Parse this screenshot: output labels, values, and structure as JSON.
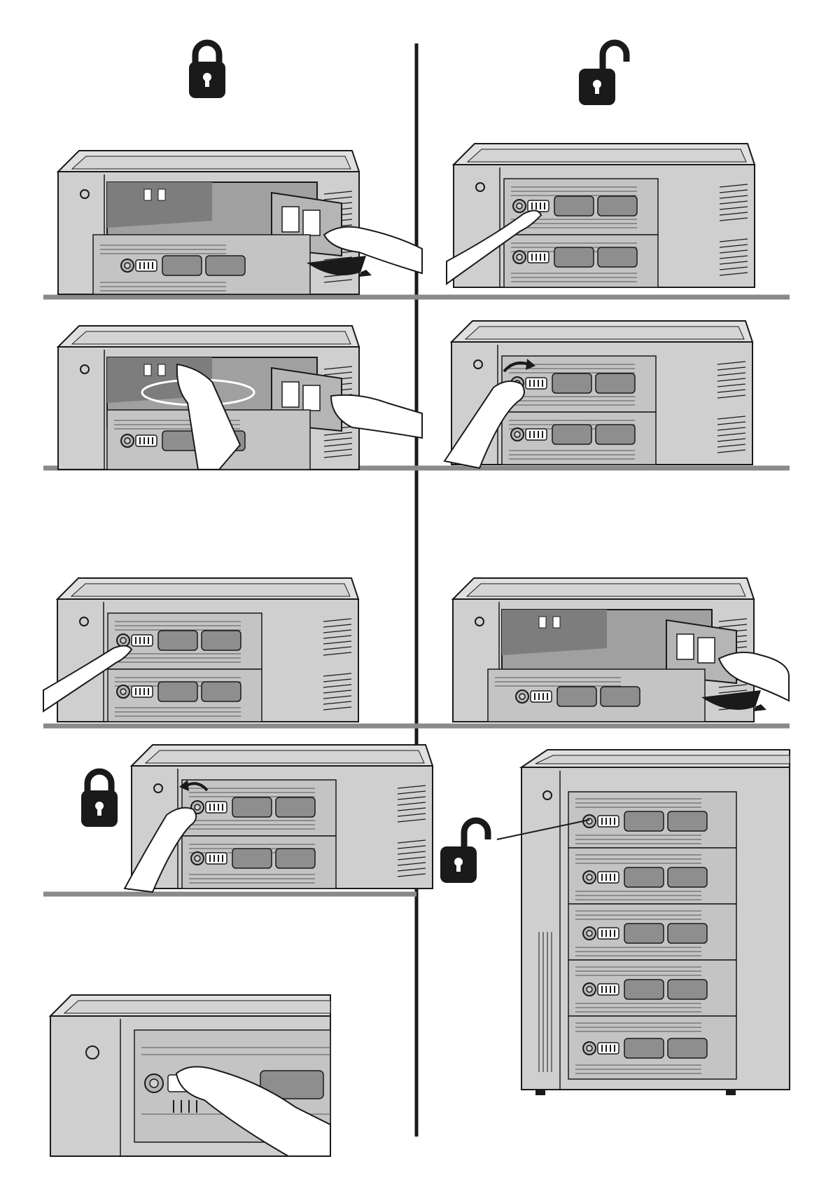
{
  "diagram": {
    "kind": "instruction-illustration",
    "subject": "locker-cabinet-lock-procedure",
    "columns": [
      "lock-sequence",
      "unlock-sequence"
    ],
    "icons": [
      "lock-closed-icon",
      "lock-open-icon"
    ],
    "colors": {
      "outline": "#1a1a1a",
      "cabinet": "#cfcfcf",
      "cabinet_shade": "#b5b5b5",
      "interior": "#a0a0a0",
      "window": "#8e8e8e",
      "shelf": "#8a8a8a",
      "hand": "#ffffff",
      "icon": "#1a1a1a"
    }
  }
}
